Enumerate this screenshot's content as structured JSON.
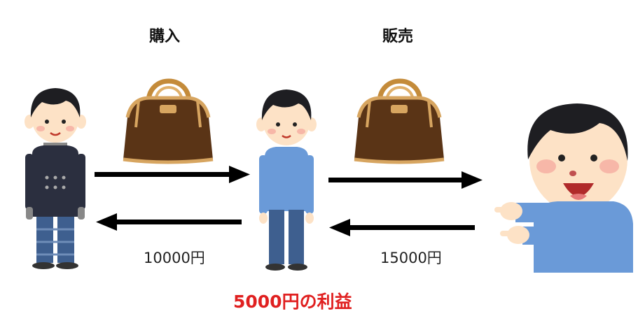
{
  "labels": {
    "purchase": "購入",
    "sale": "販売"
  },
  "prices": {
    "buy_price": "10000円",
    "sell_price": "15000円"
  },
  "profit": {
    "text": "5000円の利益",
    "color": "#e02020"
  },
  "icons": {
    "bag": "handbag-icon",
    "seller": "seller-person-icon",
    "middle": "reseller-person-icon",
    "buyer": "buyer-person-icon"
  },
  "colors": {
    "arrow": "#000000",
    "bag_body": "#5a3416",
    "bag_trim": "#d7a560",
    "shirt": "#6a9ad8",
    "pants": "#3e5f8f",
    "coat": "#2b2f3f",
    "hair": "#1e1e22",
    "skin": "#fde2c6"
  }
}
